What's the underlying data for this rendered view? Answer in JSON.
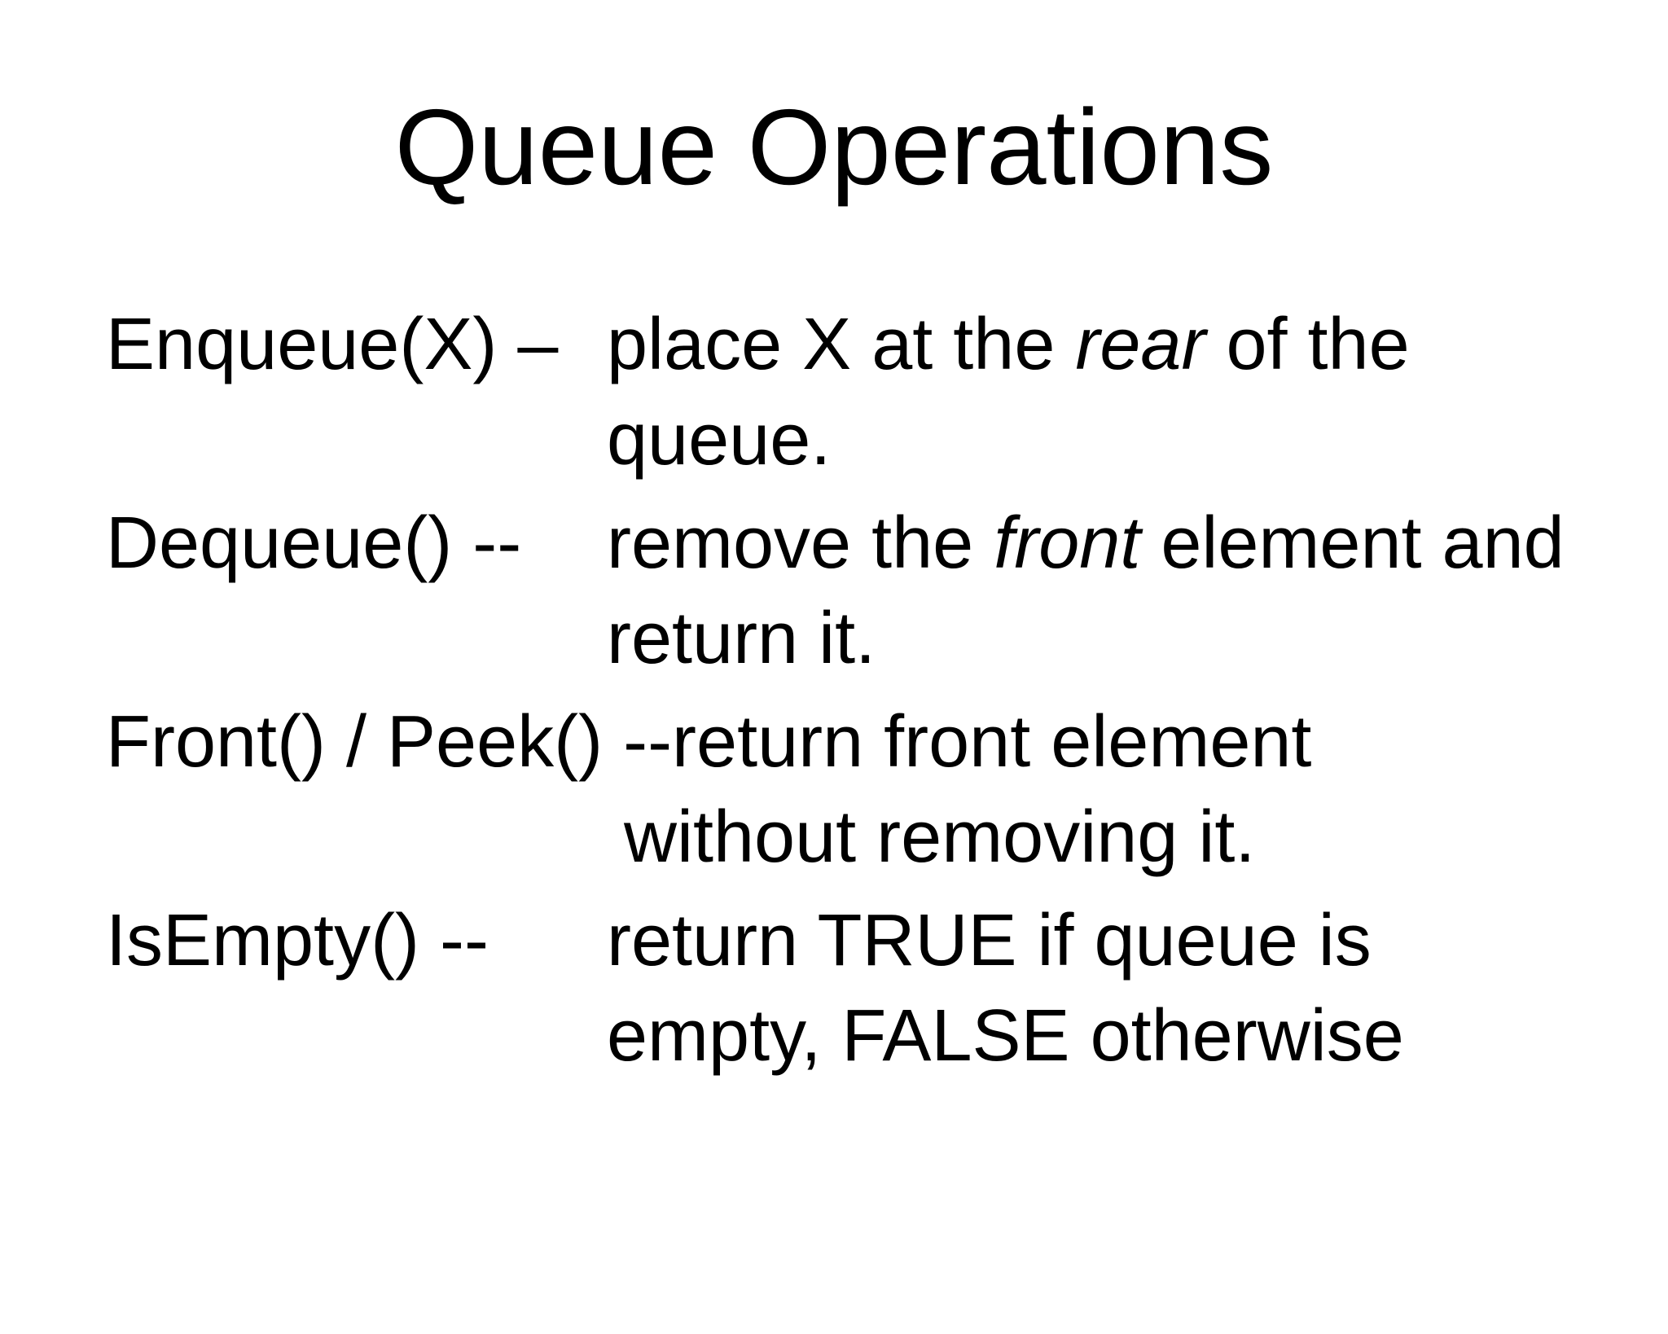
{
  "slide": {
    "title": "Queue Operations",
    "text_color": "#000000",
    "background_color": "#ffffff"
  },
  "operations": [
    {
      "name": "enqueue",
      "label": "Enqueue(X) –",
      "layout": "tabbed",
      "description_segments": [
        {
          "text": "place X at the "
        },
        {
          "text": "rear",
          "italic": true
        },
        {
          "text": " of the"
        },
        {
          "line_break": true
        },
        {
          "text": "queue."
        }
      ]
    },
    {
      "name": "dequeue",
      "label": "Dequeue() --",
      "layout": "tabbed",
      "description_segments": [
        {
          "text": "remove the "
        },
        {
          "text": "front",
          "italic": true
        },
        {
          "text": " element and"
        },
        {
          "line_break": true
        },
        {
          "text": "return it."
        }
      ]
    },
    {
      "name": "front-peek",
      "label": "Front() / Peek()",
      "layout": "flowing",
      "description_segments": [
        {
          "text": " --return front element"
        },
        {
          "line_break": true
        },
        {
          "text": "without removing it."
        }
      ]
    },
    {
      "name": "isempty",
      "label": "IsEmpty() --",
      "layout": "tabbed",
      "description_segments": [
        {
          "text": "return TRUE if queue is"
        },
        {
          "line_break": true
        },
        {
          "text": "empty, FALSE otherwise"
        }
      ]
    }
  ]
}
